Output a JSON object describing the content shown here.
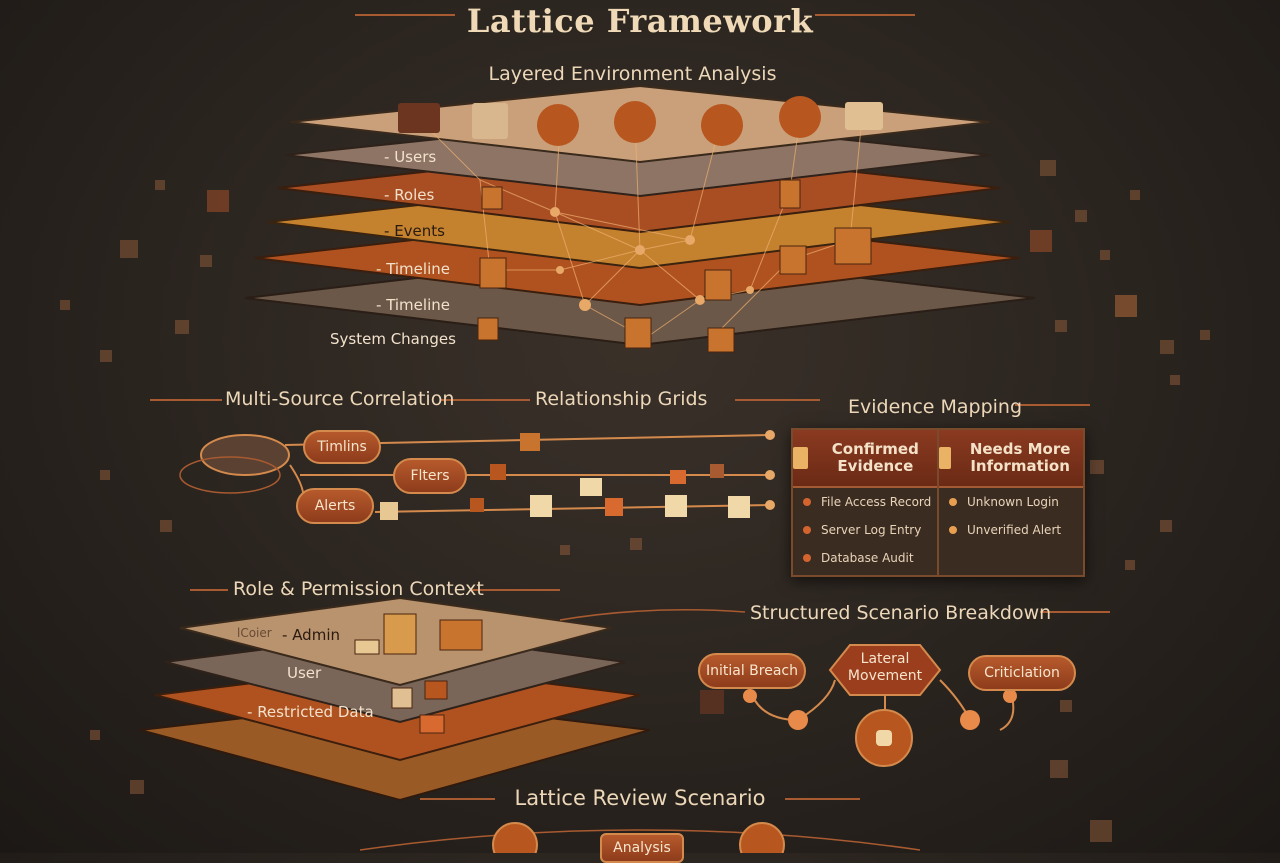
{
  "title": "Lattice Framework",
  "layered": {
    "heading": "Layered Environment Analysis",
    "labels": [
      "Users",
      "Roles",
      "Events",
      "Timeline",
      "Timeline",
      "System Changes"
    ]
  },
  "correlation": {
    "heading": "Multi-Source Correlation",
    "nodes": [
      "Timlins",
      "Flters",
      "Alerts"
    ]
  },
  "grids": {
    "heading": "Relationship Grids"
  },
  "evidence": {
    "heading": "Evidence Mapping",
    "confirmed_label": "Confirmed Evidence",
    "needs_label": "Needs More Information",
    "confirmed": [
      "File Access Record",
      "Server Log Entry",
      "Database Audit"
    ],
    "needs": [
      "Unknown Login",
      "Unverified Alert"
    ]
  },
  "roles": {
    "heading": "Role & Permission Context",
    "faint_label": "lCoier",
    "labels": [
      "Admin",
      "User",
      "Restricted Data"
    ]
  },
  "scenario": {
    "heading": "Structured Scenario Breakdown",
    "nodes": [
      "Initial Breach",
      "Lateral Movement",
      "Criticlation"
    ]
  },
  "review": {
    "heading": "Lattice Review Scenario",
    "node": "Analysis"
  },
  "colors": {
    "accent": "#b65a2c",
    "background": "#2a241f",
    "text": "#efd9b6"
  }
}
